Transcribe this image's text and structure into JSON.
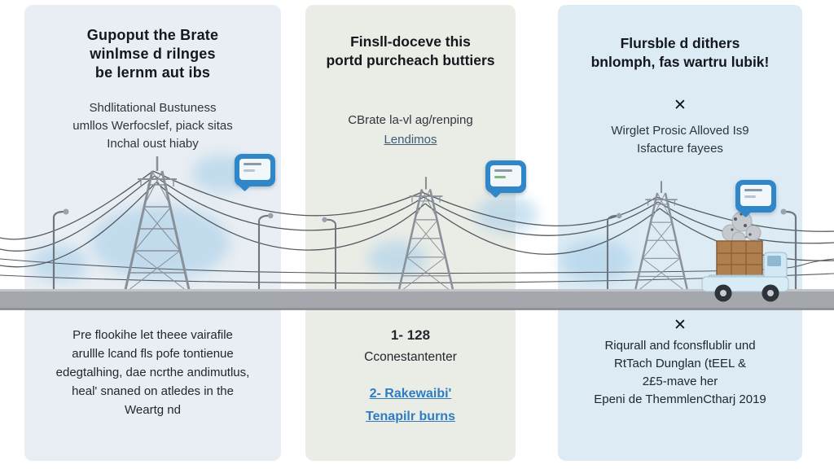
{
  "colors": {
    "panel_left": "#e8eef3",
    "panel_middle": "#eaece6",
    "panel_right": "#dcebf4",
    "road": "#a4a8ad",
    "accent_blue": "#2f86c9",
    "link_blue": "#2e7cc3"
  },
  "icons": {
    "cross": "✕",
    "badge": "media-badge",
    "tower": "transmission-tower",
    "lamp": "street-lamp",
    "truck": "pickup-truck-with-crate"
  },
  "panels": {
    "left": {
      "title_lines": [
        "Gupoput the Brate",
        "winlmse d rilnges",
        "be lernm aut ibs"
      ],
      "subtitle_lines": [
        "Shdlitational Bustuness",
        "umllos Werfocslef, piack sitas",
        "Inchal oust hiaby"
      ],
      "bottom_lines": [
        "Pre flookihe let theee vairafile",
        "arullle lcand fls pofe tontienue",
        "edegtalhing, dae ncrthe andimutlus,",
        "heal' snaned on atledes in the",
        "Weartg nd"
      ]
    },
    "middle": {
      "title_lines": [
        "Finsll-doceve this",
        "portd purcheach buttiers"
      ],
      "subtitle_line": "CBrate la-vl ag/renping",
      "subtitle_link": "Lendimos",
      "bottom_num": "1- 128",
      "bottom_text": "Cconestantenter",
      "link1": "2- Rakewaibi'",
      "link2": "Tenapilr burns"
    },
    "right": {
      "title_lines": [
        "Flursble d dithers",
        "bnlomph, fas wartru lubik!"
      ],
      "x_mark": "✕",
      "subtitle_lines": [
        "Wirglet Prosic Alloved Is9",
        "Isfacture fayees"
      ],
      "bottom_x": "✕",
      "bottom_lines": [
        "Riqurall and fconsflublir und",
        "RtTach Dunglan (tEEL &",
        "2£5-mave her",
        "Epeni de ThemmlenCtharj 2019"
      ]
    }
  }
}
